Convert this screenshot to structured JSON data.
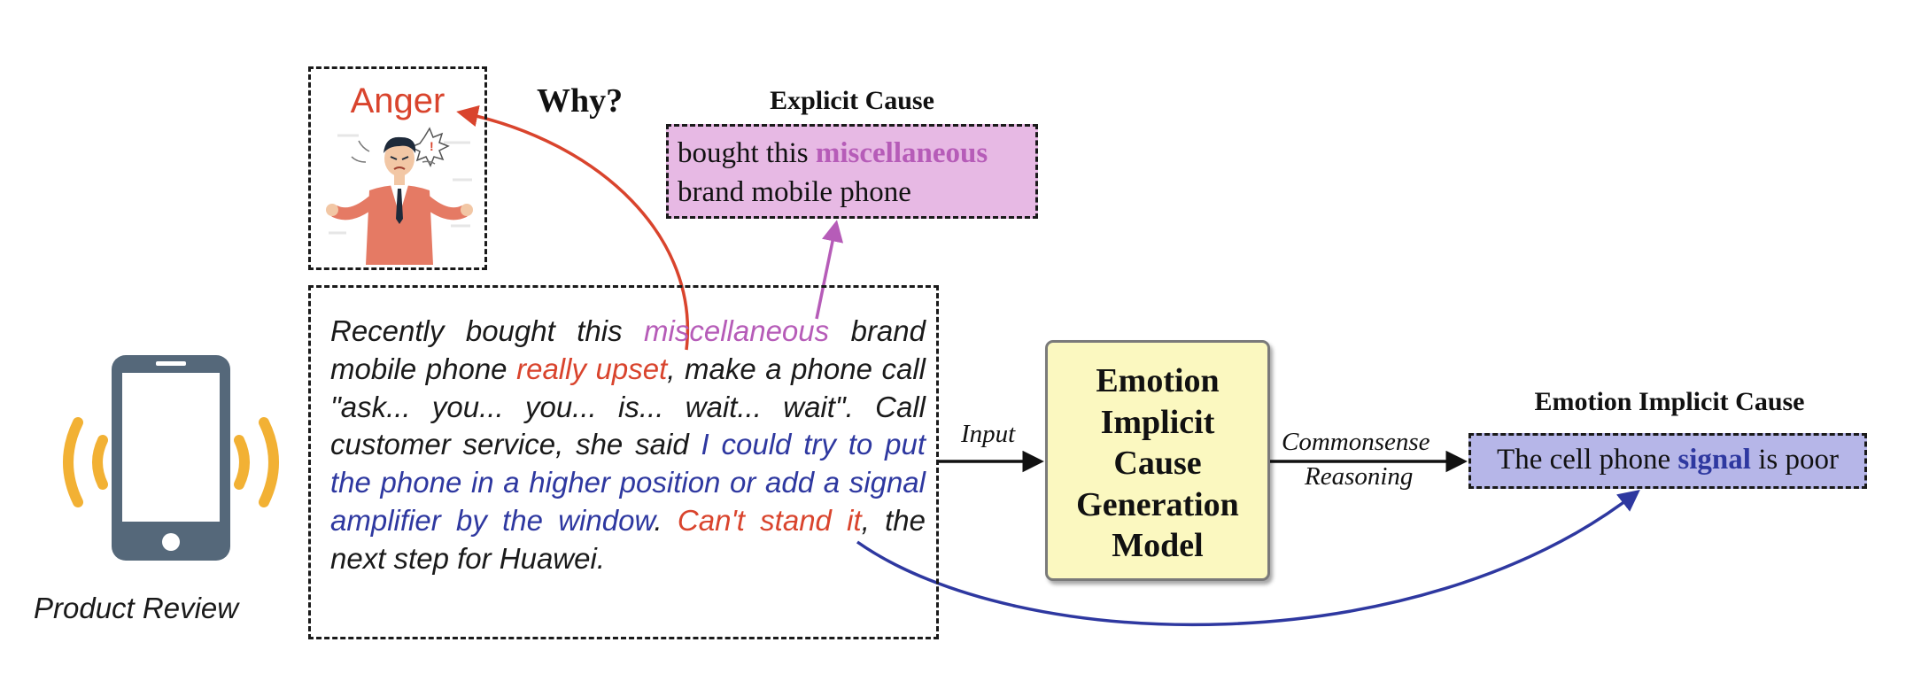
{
  "phone": {
    "label": "Product Review",
    "icon": "mobile-phone-ringing-icon"
  },
  "emotion": {
    "label": "Anger",
    "illustration": "angry-man-illustration"
  },
  "why_label": "Why?",
  "explicit_cause": {
    "title": "Explicit Cause",
    "line1_prefix": "bought this ",
    "line1_highlight": "miscellaneous",
    "line2": "brand mobile phone"
  },
  "review": {
    "part1": "Recently bought this ",
    "miscellaneous": "miscellaneous",
    "part2": " brand mobile phone ",
    "really_upset": "really upset",
    "part3": ", make a phone call \"ask... you... you... is... wait... wait\". Call customer service, she said ",
    "suggestion": "I could try to put the phone in a higher position or add a signal amplifier by the window",
    "part4": ". ",
    "cant_stand": "Can't stand it",
    "part5": ", the next step for Huawei."
  },
  "model": {
    "lines": [
      "Emotion",
      "Implicit",
      "Cause",
      "Generation",
      "Model"
    ]
  },
  "arrows": {
    "input_label": "Input",
    "reasoning_line1": "Commonsense",
    "reasoning_line2": "Reasoning"
  },
  "implicit_cause": {
    "title": "Emotion Implicit Cause",
    "prefix": "The cell phone ",
    "highlight": "signal",
    "suffix": " is poor"
  },
  "colors": {
    "anger_red": "#d9442d",
    "explicit_pink": "#b65cb8",
    "explicit_box_fill": "#e7b9e4",
    "implicit_blue": "#2e38a0",
    "implicit_box_fill": "#b6b6e8",
    "model_box_fill": "#fbf8c0",
    "phone_body": "#55687a",
    "signal_orange": "#f2b134"
  }
}
